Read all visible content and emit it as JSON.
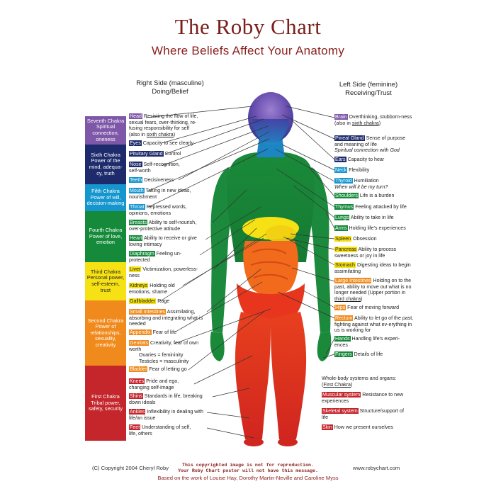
{
  "header": {
    "title": "The Roby Chart",
    "subtitle": "Where Beliefs Affect Your Anatomy"
  },
  "sides": {
    "right": {
      "line1": "Right Side (masculine)",
      "line2": "Doing/Belief"
    },
    "left": {
      "line1": "Left Side (feminine)",
      "line2": "Receiving/Trust"
    }
  },
  "chakras": [
    {
      "name": "Seventh Chakra",
      "l1": "Spiritual",
      "l2": "connection,",
      "l3": "oneness",
      "color": "#7e57a8"
    },
    {
      "name": "Sixth Chakra",
      "l1": "Power of the",
      "l2": "mind, adequa-",
      "l3": "cy, truth",
      "color": "#1d2a6b"
    },
    {
      "name": "Fifth Chakra",
      "l1": "Power of will,",
      "l2": "decision-making",
      "l3": "",
      "color": "#1596cf"
    },
    {
      "name": "Fourth Chakra",
      "l1": "Power of love,",
      "l2": "emotion",
      "l3": "",
      "color": "#158a3b"
    },
    {
      "name": "Third Chakra",
      "l1": "Personal power,",
      "l2": "self-esteem,",
      "l3": "trust",
      "color": "#f6e214"
    },
    {
      "name": "Second Chakra",
      "l1": "Power of",
      "l2": "relationships,",
      "l3": "sexuality, creativity",
      "color": "#f08a1c"
    },
    {
      "name": "First Chakra",
      "l1": "Tribal power,",
      "l2": "safety, security",
      "l3": "",
      "color": "#c4262c"
    }
  ],
  "right_labels": [
    {
      "tag": "Head",
      "text": "Resisting the flow of life, sexual fears, over-thinking, re-fusing responsibility for self",
      "extra": "(also in ",
      "extra_u": "sixth chakra",
      "extra_end": ")",
      "color": "#7e57a8",
      "dark": true
    },
    {
      "tag": "Eyes",
      "text": "Capacity to see clearly",
      "color": "#1d2a6b",
      "dark": true
    },
    {
      "tag": "Pituitary Gland",
      "text": "Control",
      "color": "#1d2a6b",
      "dark": true
    },
    {
      "tag": "Nose",
      "text": "Self-recognition, self-worth",
      "color": "#1d2a6b",
      "dark": true
    },
    {
      "tag": "Teeth",
      "text": "Decisiveness",
      "color": "#1596cf",
      "dark": true
    },
    {
      "tag": "Mouth",
      "text": "Taking in new ideas, nourishment",
      "color": "#1596cf",
      "dark": true
    },
    {
      "tag": "Throat",
      "text": "Repressed words, opinions, emotions",
      "color": "#1596cf",
      "dark": true
    },
    {
      "tag": "Breasts",
      "text": "Ability to self-nourish, over-protective attitude",
      "color": "#158a3b",
      "dark": true
    },
    {
      "tag": "Heart",
      "text": "Ability to receive or give loving intimacy",
      "color": "#158a3b",
      "dark": true
    },
    {
      "tag": "Diaphragm",
      "text": "Feeling un-protected",
      "color": "#158a3b",
      "dark": true
    },
    {
      "tag": "Liver",
      "text": "Victimization, powerless-ness",
      "color": "#f6e214",
      "dark": false
    },
    {
      "tag": "Kidneys",
      "text": "Holding old emotions, shame",
      "color": "#f6e214",
      "dark": false
    },
    {
      "tag": "Gallbladder",
      "text": "Rage",
      "color": "#f6e214",
      "dark": false
    },
    {
      "tag": "Small Intestines",
      "text": "Assimilating, absorbing and integrating what is needed",
      "color": "#f08a1c",
      "dark": true
    },
    {
      "tag": "Appendix",
      "text": "Fear of life",
      "color": "#f08a1c",
      "dark": true
    },
    {
      "tag": "Genitals",
      "text": "Creativity, fear of own worth",
      "sub1": "Ovaries = femininity",
      "sub2": "Testicles = masculinity",
      "color": "#f08a1c",
      "dark": true
    },
    {
      "tag": "Bladder",
      "text": "Fear of letting go",
      "color": "#f08a1c",
      "dark": true
    },
    {
      "tag": "Knees",
      "text": "Pride and ego, changing self-image",
      "color": "#c4262c",
      "dark": true
    },
    {
      "tag": "Shins",
      "text": "Standards in life, breaking down ideals",
      "color": "#c4262c",
      "dark": true
    },
    {
      "tag": "Ankles",
      "text": "Inflexibility in dealing with life/an issue",
      "color": "#c4262c",
      "dark": true
    },
    {
      "tag": "Feet",
      "text": "Understanding of self, life, others",
      "color": "#c4262c",
      "dark": true
    }
  ],
  "left_labels": [
    {
      "tag": "Brain",
      "text": "Overthinking, stubborn-ness",
      "extra": "(also in ",
      "extra_u": "sixth chakra",
      "extra_end": ")",
      "color": "#7e57a8",
      "dark": true
    },
    {
      "tag": "Pineal Gland",
      "text": "Sense of purpose and meaning of life",
      "italic": "Spiritual connection with God",
      "color": "#1d2a6b",
      "dark": true
    },
    {
      "tag": "Ears",
      "text": "Capacity to hear",
      "color": "#1d2a6b",
      "dark": true
    },
    {
      "tag": "Neck",
      "text": "Flexibility",
      "color": "#1596cf",
      "dark": true
    },
    {
      "tag": "Thyroid",
      "text": "Humiliation",
      "italic": "When will it be my turn?",
      "color": "#1596cf",
      "dark": true
    },
    {
      "tag": "Shoulders",
      "text": "Life is a burden",
      "color": "#158a3b",
      "dark": true
    },
    {
      "tag": "Thymus",
      "text": "Feeling attacked by life",
      "color": "#158a3b",
      "dark": true
    },
    {
      "tag": "Lungs",
      "text": "Ability to take in life",
      "color": "#158a3b",
      "dark": true
    },
    {
      "tag": "Arms",
      "text": "Holding life's experiences",
      "color": "#158a3b",
      "dark": true
    },
    {
      "tag": "Spleen",
      "text": "Obsession",
      "color": "#f6e214",
      "dark": false
    },
    {
      "tag": "Pancreas",
      "text": "Ability to process sweetness or joy in life",
      "color": "#f6e214",
      "dark": false
    },
    {
      "tag": "Stomach",
      "text": "Digesting ideas to begin assimilating",
      "color": "#f6e214",
      "dark": false
    },
    {
      "tag": "Large Intestines",
      "text": "Holding on to the past, ability to move out what is no longer needed (Upper portion in",
      "extra_u": "third chakra",
      "extra_end": ")",
      "color": "#f08a1c",
      "dark": true
    },
    {
      "tag": "Hips",
      "text": "Fear of moving forward",
      "color": "#f08a1c",
      "dark": true
    },
    {
      "tag": "Rectum",
      "text": "Ability to let go of the past, fighting against what ev-erything in us is working for",
      "color": "#f08a1c",
      "dark": true
    },
    {
      "tag": "Hands",
      "text": "Handling life's experi-ences",
      "color": "#158a3b",
      "dark": true
    },
    {
      "tag": "Fingers",
      "text": "Details of life",
      "color": "#158a3b",
      "dark": true
    }
  ],
  "whole_body": {
    "heading": "Whole-body systems and organs:",
    "heading_u": "First Chakra",
    "items": [
      {
        "tag": "Muscular system",
        "text": "Resistance to new experiences"
      },
      {
        "tag": "Skeletal system",
        "text": "Structure/support of life"
      },
      {
        "tag": "Skin",
        "text": "How we present ourselves"
      }
    ],
    "color": "#c4262c"
  },
  "footer": {
    "copyright": "(C) Copyright 2004 Cheryl Roby",
    "note1": "This copyrighted image is not for reproduction.",
    "note2": "Your Roby Chart poster will not have this message.",
    "credit": "Based on the work of Louise Hay, Dorothy Martin-Neville and Caroline Myss",
    "website": "www.robychart.com"
  }
}
